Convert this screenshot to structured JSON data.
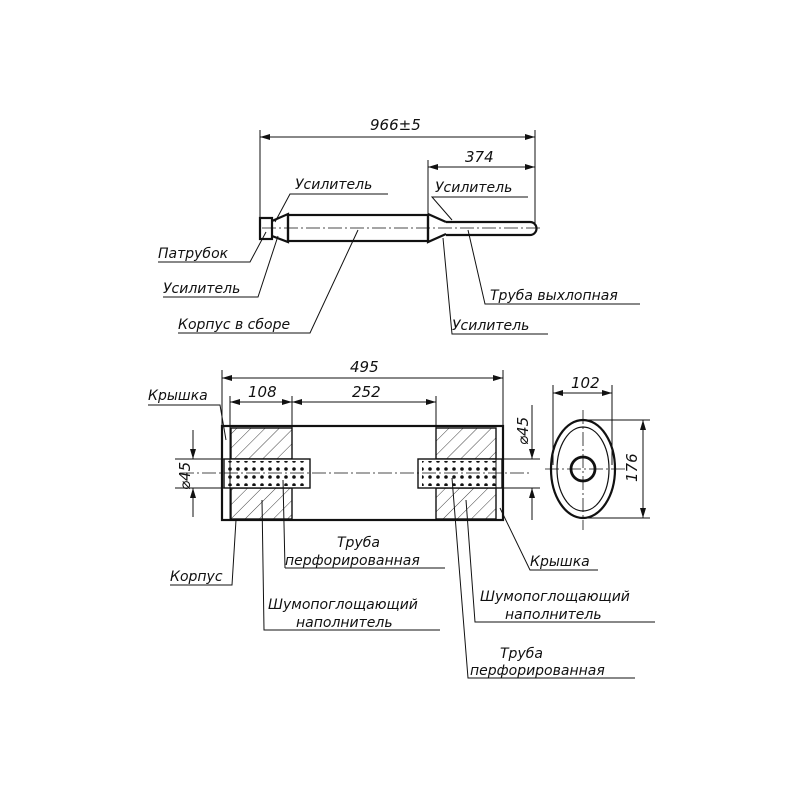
{
  "top_view": {
    "dim_total": "966±5",
    "dim_outlet": "374",
    "labels": {
      "reinforcer_top_left": "Усилитель",
      "inlet_pipe": "Патрубок",
      "reinforcer_bottom_left": "Усилитель",
      "body_assembly": "Корпус в сборе",
      "reinforcer_top_right": "Усилитель",
      "exhaust_pipe": "Труба выхлопная",
      "reinforcer_bottom_right": "Усилитель"
    }
  },
  "section_view": {
    "dim_length": "495",
    "dim_left": "108",
    "dim_middle": "252",
    "dim_pipe_left": "⌀45",
    "dim_pipe_right": "⌀45",
    "labels": {
      "cover_left": "Крышка",
      "perforated_pipe_1_line1": "Труба",
      "perforated_pipe_1_line2": "перфорированная",
      "body": "Корпус",
      "absorber_1_line1": "Шумопоглощающий",
      "absorber_1_line2": "наполнитель",
      "cover_right": "Крышка",
      "absorber_2_line1": "Шумопоглощающий",
      "absorber_2_line2": "наполнитель",
      "perforated_pipe_2_line1": "Труба",
      "perforated_pipe_2_line2": "перфорированная"
    }
  },
  "end_view": {
    "dim_width": "102",
    "dim_height": "176"
  }
}
